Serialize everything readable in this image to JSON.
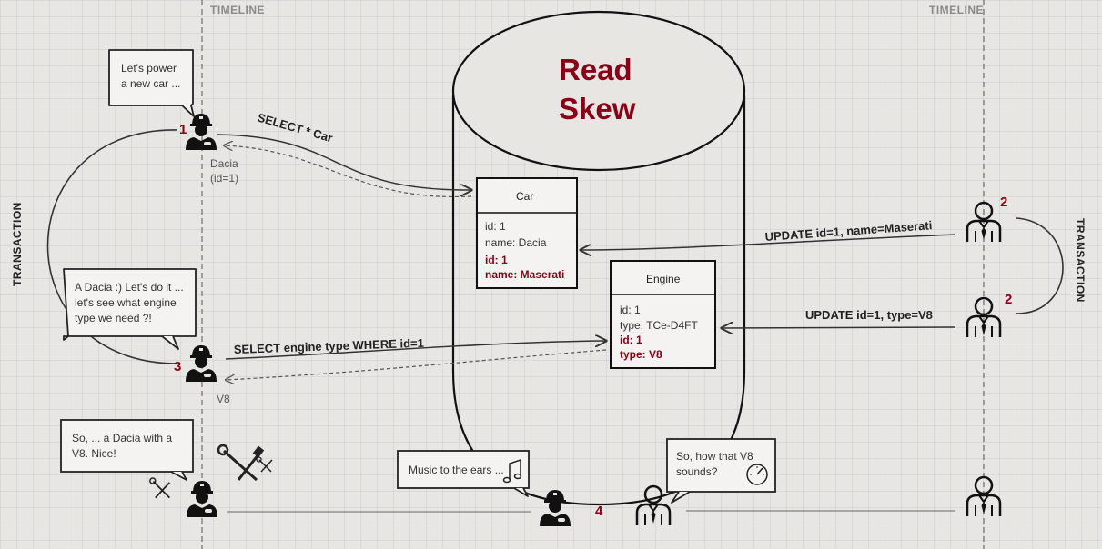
{
  "timeline_left_label": "TIMELINE",
  "timeline_right_label": "TIMELINE",
  "transaction_left_label": "TRANSACTION",
  "transaction_right_label": "TRANSACTION",
  "title_line1": "Read",
  "title_line2": "Skew",
  "car_table": {
    "title": "Car",
    "rows": [
      "id: 1",
      "name: Dacia"
    ],
    "updated_rows": [
      "id: 1",
      "name: Maserati"
    ]
  },
  "engine_table": {
    "title": "Engine",
    "rows": [
      "id: 1",
      "type: TCe-D4FT"
    ],
    "updated_rows": [
      "id: 1",
      "type: V8"
    ]
  },
  "steps": {
    "step1": "1",
    "step2a": "2",
    "step2b": "2",
    "step3": "3",
    "step4": "4"
  },
  "actor_labels": {
    "dacia_result_line1": "Dacia",
    "dacia_result_line2": "(id=1)",
    "v8_result": "V8"
  },
  "arrows": {
    "select_car": "SELECT * Car",
    "update_car": "UPDATE id=1, name=Maserati",
    "update_engine": "UPDATE id=1, type=V8",
    "select_engine": "SELECT engine type WHERE id=1"
  },
  "bubbles": {
    "power_car": [
      "Let's power",
      "a new car ..."
    ],
    "dacia_engine": [
      "A Dacia :) Let's do it ...",
      "let's see what engine",
      "type we need ?!"
    ],
    "dacia_v8": [
      "So, ... a Dacia with a",
      "V8. Nice!"
    ],
    "music": [
      "Music to the ears ..."
    ],
    "how_sounds": [
      "So, how that V8",
      "sounds?"
    ]
  },
  "colors": {
    "accent_red": "#8b0016",
    "line": "#333333",
    "background": "#e8e6e3"
  },
  "icons": [
    "mechanic-icon",
    "manager-icon",
    "tools-icon",
    "music-note-icon",
    "gauge-icon"
  ]
}
